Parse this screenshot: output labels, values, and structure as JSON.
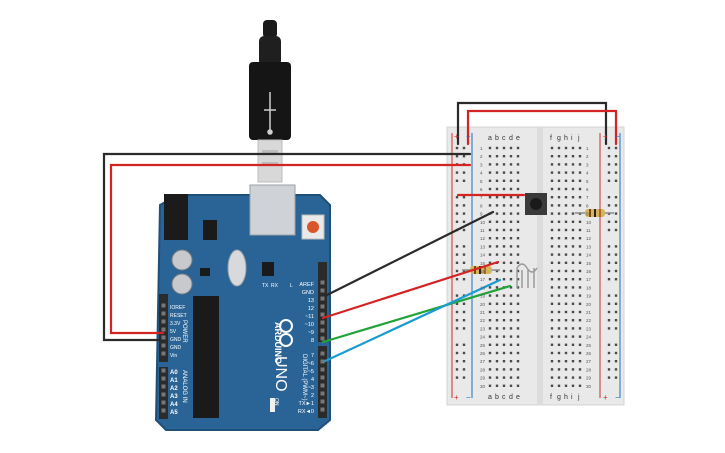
{
  "colors": {
    "board": "#2a6496",
    "board_edge": "#1e4f79",
    "header": "#2b2b2b",
    "chip": "#1a1a1a",
    "breadboard": "#e9e9e9",
    "rail_red": "#d42a2a",
    "rail_blue": "#1c6ec7",
    "wire_red": "#d42323",
    "wire_black": "#2a2a2a",
    "wire_green": "#22a33a",
    "wire_blue": "#1a9bd1",
    "button_red": "#d9562b"
  },
  "board": {
    "brand": "ARDUINO",
    "model": "UNO",
    "on_label": "ON",
    "tx_label": "TX",
    "rx_label": "RX",
    "l_label": "L",
    "digital_label": "DIGITAL (PWM~)",
    "power_label": "POWER",
    "analog_label": "ANALOG IN",
    "top_pins": [
      "AREF",
      "GND",
      "13",
      "12",
      "~11",
      "~10",
      "~9",
      "8"
    ],
    "bottom_pins": [
      "7",
      "~6",
      "~5",
      "4",
      "~3",
      "2",
      "TX►1",
      "RX◄0"
    ],
    "power_pins": [
      "IOREF",
      "RESET",
      "3.3V",
      "5V",
      "GND",
      "GND",
      "Vin"
    ],
    "analog_pins": [
      "A0",
      "A1",
      "A2",
      "A3",
      "A4",
      "A5"
    ]
  },
  "breadboard": {
    "columns_left": [
      "a",
      "b",
      "c",
      "d",
      "e"
    ],
    "columns_right": [
      "f",
      "g",
      "h",
      "i",
      "j"
    ],
    "rows": [
      "1",
      "2",
      "3",
      "4",
      "5",
      "6",
      "7",
      "8",
      "9",
      "10",
      "11",
      "12",
      "13",
      "14",
      "15",
      "16",
      "17",
      "18",
      "19",
      "20",
      "21",
      "22",
      "23",
      "24",
      "25",
      "26",
      "27",
      "28",
      "29",
      "30"
    ],
    "plus": "+",
    "minus": "−"
  },
  "icons": {
    "usb": "usb-icon",
    "reset": "reset-button-icon",
    "pushbutton": "pushbutton-icon",
    "led": "rgb-led-icon"
  }
}
